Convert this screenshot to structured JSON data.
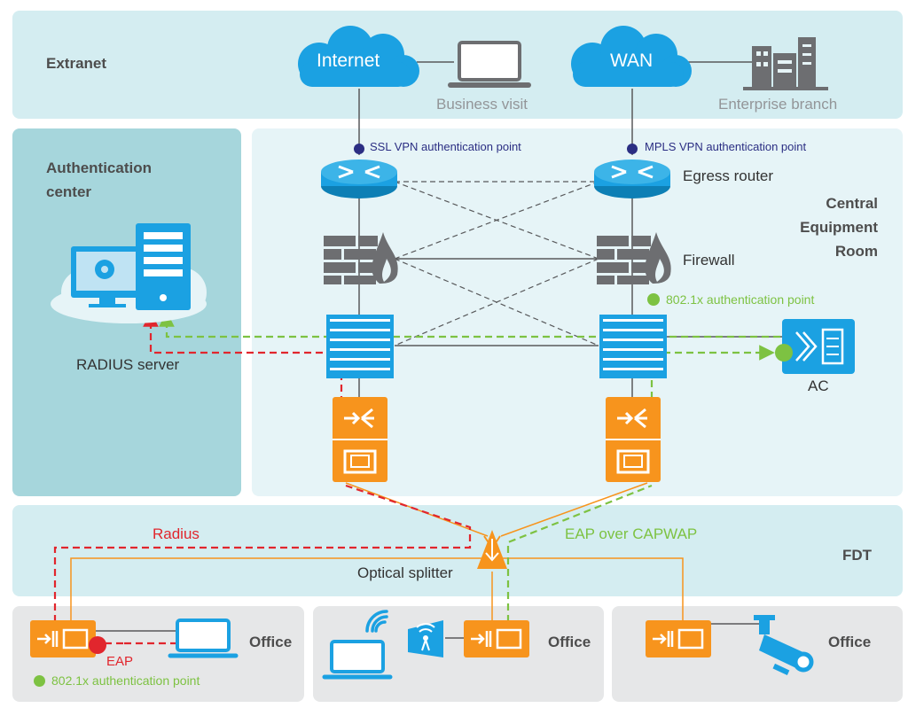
{
  "zones": {
    "extranet": "Extranet",
    "auth_line1": "Authentication",
    "auth_line2": "center",
    "central_line1": "Central",
    "central_line2": "Equipment",
    "central_line3": "Room",
    "fdt": "FDT",
    "office": "Office"
  },
  "clouds": {
    "internet": "Internet",
    "wan": "WAN"
  },
  "labels": {
    "business_visit": "Business visit",
    "enterprise_branch": "Enterprise branch",
    "ssl_point": "SSL VPN authentication point",
    "mpls_point": "MPLS VPN authentication point",
    "egress_router": "Egress router",
    "firewall": "Firewall",
    "dot1x_point": "802.1x authentication point",
    "radius_server": "RADIUS server",
    "ac": "AC",
    "radius": "Radius",
    "eap_over_capwap": "EAP over CAPWAP",
    "optical_splitter": "Optical splitter",
    "eap": "EAP",
    "dot1x_point_office": "802.1x authentication point"
  },
  "colors": {
    "zone_fill": "#d4edf1",
    "auth_fill": "#a6d6dc",
    "blue": "#1ba1e2",
    "orange": "#f7941d",
    "red": "#e1262d",
    "green": "#7dc242",
    "navy": "#2b2e83",
    "gray": "#6d6e71"
  }
}
